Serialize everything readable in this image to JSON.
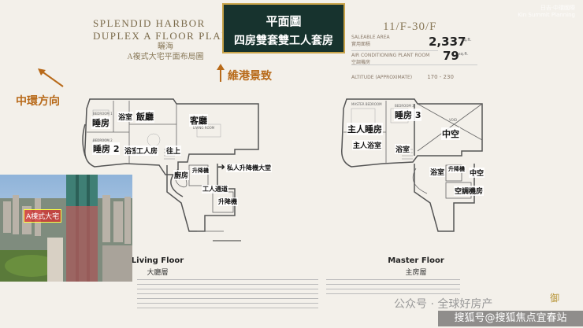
{
  "header": {
    "en_title_1": "SPLENDID HARBOR",
    "en_title_2": "DUPLEX A FLOOR PLAN",
    "cn_title_1": "曬海",
    "cn_title_2": "A複式大宅平面布局圖",
    "badge_line1": "平面圖",
    "badge_line2": "四房雙套雙工人套房"
  },
  "specs": {
    "floors": "11/F-30/F",
    "saleable_label": "SALEABLE AREA",
    "saleable_label_cn": "實用面積",
    "saleable_value": "2,337",
    "saleable_unit": "sq.ft.",
    "ac_label": "AIR CONDITIONING PLANT ROOM",
    "ac_label_cn": "空調機房",
    "ac_value": "79",
    "ac_unit": "sq.ft.",
    "altitude_label": "ALTITUDE (APPROXIMATE)",
    "altitude_value": "170 - 230"
  },
  "top_watermark": {
    "line1": "日吉·中環國際",
    "line2": "Kin Summit Planning"
  },
  "directions": {
    "central": "中環方向",
    "harbour": "維港景致"
  },
  "living_floor": {
    "caption_en": "Living Floor",
    "caption_cn": "大廳層",
    "rooms": {
      "bedroom1": "睡房",
      "bathroom1": "浴室",
      "dining": "飯廳",
      "living": "客廳",
      "bedroom2": "睡房 2",
      "bathroom2": "浴室",
      "helper": "工人房",
      "stairs_up": "往上",
      "kitchen": "廚房",
      "lift_hall": "升降機",
      "private_lobby": "私人升降機大堂",
      "service_path": "工人通道",
      "lift": "升降機"
    },
    "tiny": {
      "b1": "BEDROOM 1",
      "b2": "BEDROOM 2",
      "living_en": "LIVING ROOM"
    }
  },
  "master_floor": {
    "caption_en": "Master Floor",
    "caption_cn": "主房層",
    "rooms": {
      "master": "主人睡房",
      "bedroom3": "睡房 3",
      "void1": "中空",
      "master_bath": "主人浴室",
      "bath": "浴室",
      "helper_bath": "浴室",
      "lift": "升降機",
      "void2": "中空",
      "ac_room": "空調機房"
    },
    "tiny": {
      "master_en": "MASTER BEDROOM",
      "b3": "BEDROOM 3",
      "void_en": "VOID"
    }
  },
  "photo": {
    "tag": "A棟式大宅"
  },
  "footer": {
    "wechat": "公众号 · 全球好房产",
    "sohu": "搜狐号@搜狐焦点宜春站",
    "logo": "御"
  },
  "colors": {
    "badge_bg": "#17332e",
    "badge_border": "#c9a44a",
    "accent": "#b86a1a"
  }
}
